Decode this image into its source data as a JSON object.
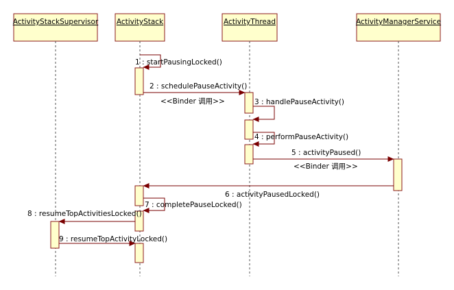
{
  "participants": [
    {
      "name": "ActivityStackSupervisor"
    },
    {
      "name": "ActivityStack"
    },
    {
      "name": "ActivityThread"
    },
    {
      "name": "ActivityManagerService"
    }
  ],
  "messages": [
    {
      "label": "1 : startPausingLocked()"
    },
    {
      "label": "2 : schedulePauseActivity()",
      "note": "<<Binder 调用>>"
    },
    {
      "label": "3 : handlePauseActivity()"
    },
    {
      "label": "4 : performPauseActivity()"
    },
    {
      "label": "5 : activityPaused()",
      "note": "<<Binder 调用>>"
    },
    {
      "label": "6 : activityPausedLocked()"
    },
    {
      "label": "7 : completePauseLocked()"
    },
    {
      "label": "8 : resumeTopActivitiesLocked()"
    },
    {
      "label": "9 : resumeTopActivityLocked()"
    }
  ],
  "colors": {
    "header_fill": "#FFFFCC",
    "header_border": "#8B1A1A",
    "activation_fill": "#FFFFCC",
    "activation_border": "#8B1A1A",
    "arrow": "#7A0000",
    "lifeline": "#555555"
  }
}
